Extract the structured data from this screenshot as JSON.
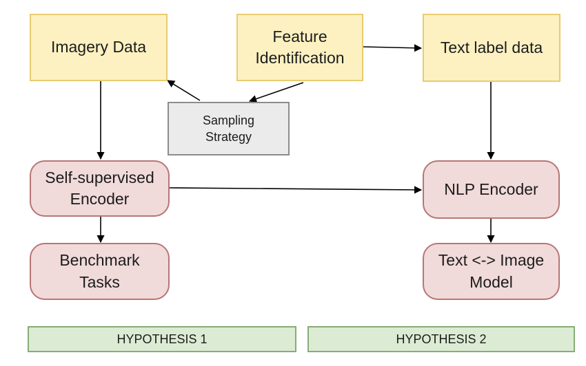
{
  "nodes": {
    "imagery": "Imagery Data",
    "feature": "Feature\nIdentification",
    "text_label": "Text label data",
    "sampling": "Sampling\nStrategy",
    "ssl_encoder": "Self-supervised\nEncoder",
    "nlp_encoder": "NLP Encoder",
    "benchmark": "Benchmark\nTasks",
    "text_image": "Text <-> Image\nModel"
  },
  "hypotheses": {
    "h1": "HYPOTHESIS 1",
    "h2": "HYPOTHESIS 2"
  },
  "colors": {
    "input_fill": "#fdf1c1",
    "input_border": "#e7cc6f",
    "process_fill": "#f1dada",
    "process_border": "#b77575",
    "hypothesis_fill": "#dcebd3",
    "hypothesis_border": "#86ad76",
    "sampling_fill": "#ebebeb",
    "sampling_border": "#8c8c8c"
  }
}
